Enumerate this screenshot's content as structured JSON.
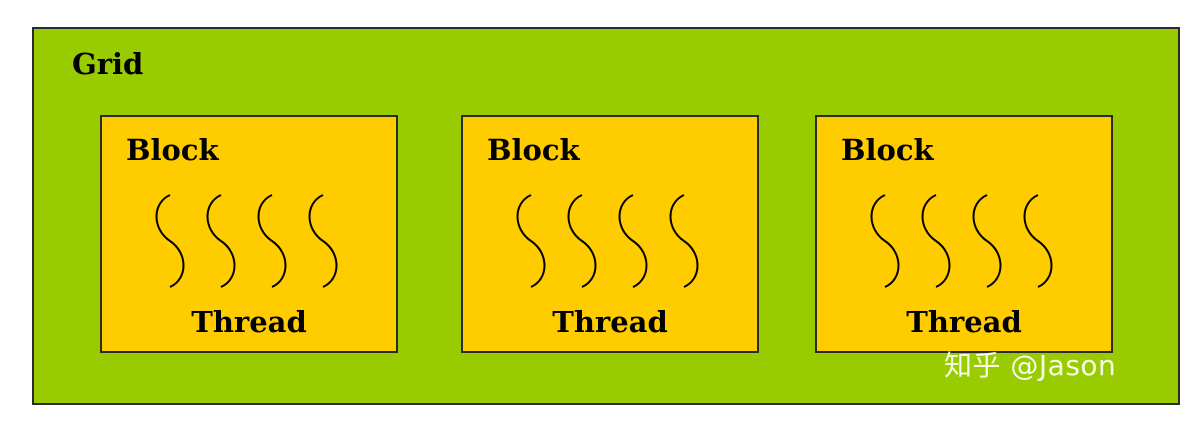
{
  "grid": {
    "label": "Grid"
  },
  "blocks": [
    {
      "label": "Block",
      "thread_label": "Thread",
      "thread_count": 4
    },
    {
      "label": "Block",
      "thread_label": "Thread",
      "thread_count": 4
    },
    {
      "label": "Block",
      "thread_label": "Thread",
      "thread_count": 4
    }
  ],
  "watermark": {
    "text": "知乎 @Jason"
  },
  "colors": {
    "grid_fill": "#99cc00",
    "block_fill": "#ffcc00",
    "border": "#2b2b2b",
    "thread_stroke": "#000000"
  }
}
